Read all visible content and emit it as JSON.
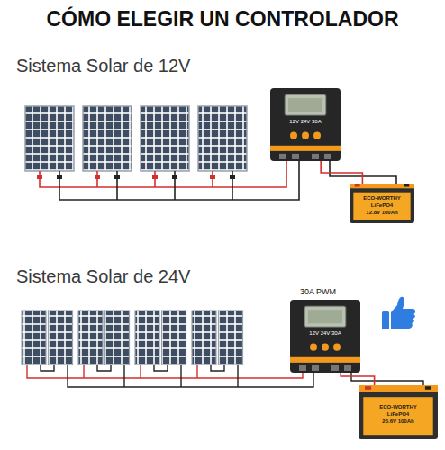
{
  "diagram": {
    "title": "CÓMO ELEGIR UN CONTROLADOR",
    "nodes": [
      {
        "text": [
          "12V 24V 30A"
        ]
      },
      {
        "text": [
          "ECO-WORTHY",
          "LiFePO4",
          "12.8V 100Ah"
        ]
      },
      {
        "text": [
          "12V 24V 30A"
        ]
      },
      {
        "text": [
          "ECO-WORTHY",
          "LiFePO4",
          "25.6V 100Ah"
        ]
      }
    ],
    "edges": [
      {
        "from": 0,
        "to": 1,
        "arrow": "none"
      },
      {
        "from": 2,
        "to": 3,
        "arrow": "none"
      }
    ],
    "labels": [
      "Sistema Solar de 12V",
      "Sistema Solar de 24V",
      "30A PWM"
    ]
  }
}
